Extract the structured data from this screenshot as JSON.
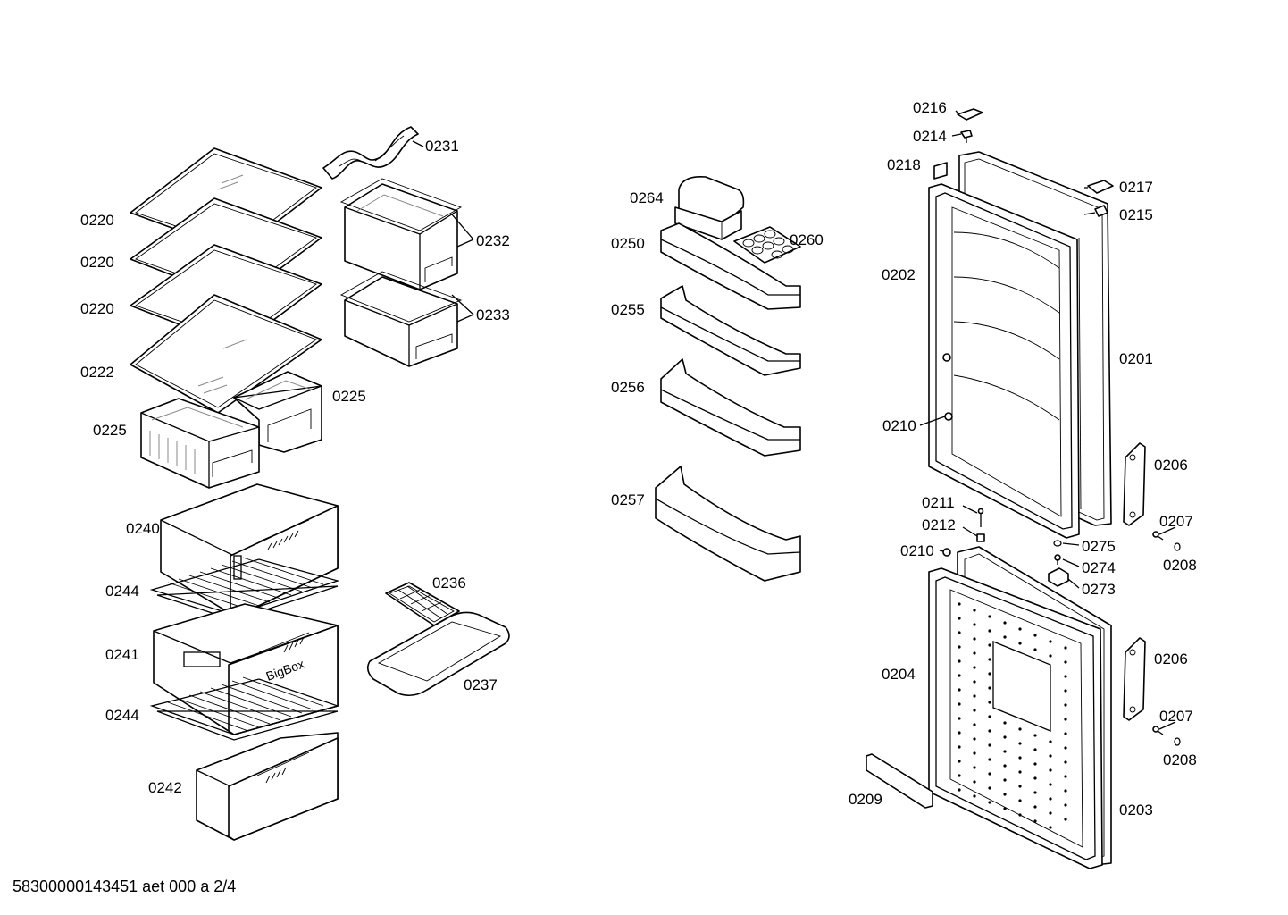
{
  "diagram": {
    "footer_text": "58300000143451 aet 000 a 2/4",
    "brand_text": "BigBox",
    "labels": [
      {
        "id": "l0231",
        "text": "0231"
      },
      {
        "id": "l0220a",
        "text": "0220"
      },
      {
        "id": "l0220b",
        "text": "0220"
      },
      {
        "id": "l0220c",
        "text": "0220"
      },
      {
        "id": "l0232",
        "text": "0232"
      },
      {
        "id": "l0233",
        "text": "0233"
      },
      {
        "id": "l0222",
        "text": "0222"
      },
      {
        "id": "l0225a",
        "text": "0225"
      },
      {
        "id": "l0225b",
        "text": "0225"
      },
      {
        "id": "l0240",
        "text": "0240"
      },
      {
        "id": "l0244a",
        "text": "0244"
      },
      {
        "id": "l0241",
        "text": "0241"
      },
      {
        "id": "l0244b",
        "text": "0244"
      },
      {
        "id": "l0242",
        "text": "0242"
      },
      {
        "id": "l0236",
        "text": "0236"
      },
      {
        "id": "l0237",
        "text": "0237"
      },
      {
        "id": "l0264",
        "text": "0264"
      },
      {
        "id": "l0250",
        "text": "0250"
      },
      {
        "id": "l0260",
        "text": "0260"
      },
      {
        "id": "l0255",
        "text": "0255"
      },
      {
        "id": "l0256",
        "text": "0256"
      },
      {
        "id": "l0257",
        "text": "0257"
      },
      {
        "id": "l0216",
        "text": "0216"
      },
      {
        "id": "l0214",
        "text": "0214"
      },
      {
        "id": "l0218",
        "text": "0218"
      },
      {
        "id": "l0217",
        "text": "0217"
      },
      {
        "id": "l0215",
        "text": "0215"
      },
      {
        "id": "l0202",
        "text": "0202"
      },
      {
        "id": "l0201",
        "text": "0201"
      },
      {
        "id": "l0210a",
        "text": "0210"
      },
      {
        "id": "l0206a",
        "text": "0206"
      },
      {
        "id": "l0211",
        "text": "0211"
      },
      {
        "id": "l0207a",
        "text": "0207"
      },
      {
        "id": "l0212",
        "text": "0212"
      },
      {
        "id": "l0275",
        "text": "0275"
      },
      {
        "id": "l0208a",
        "text": "0208"
      },
      {
        "id": "l0210b",
        "text": "0210"
      },
      {
        "id": "l0274",
        "text": "0274"
      },
      {
        "id": "l0273",
        "text": "0273"
      },
      {
        "id": "l0206b",
        "text": "0206"
      },
      {
        "id": "l0204",
        "text": "0204"
      },
      {
        "id": "l0207b",
        "text": "0207"
      },
      {
        "id": "l0208b",
        "text": "0208"
      },
      {
        "id": "l0209",
        "text": "0209"
      },
      {
        "id": "l0203",
        "text": "0203"
      }
    ]
  }
}
